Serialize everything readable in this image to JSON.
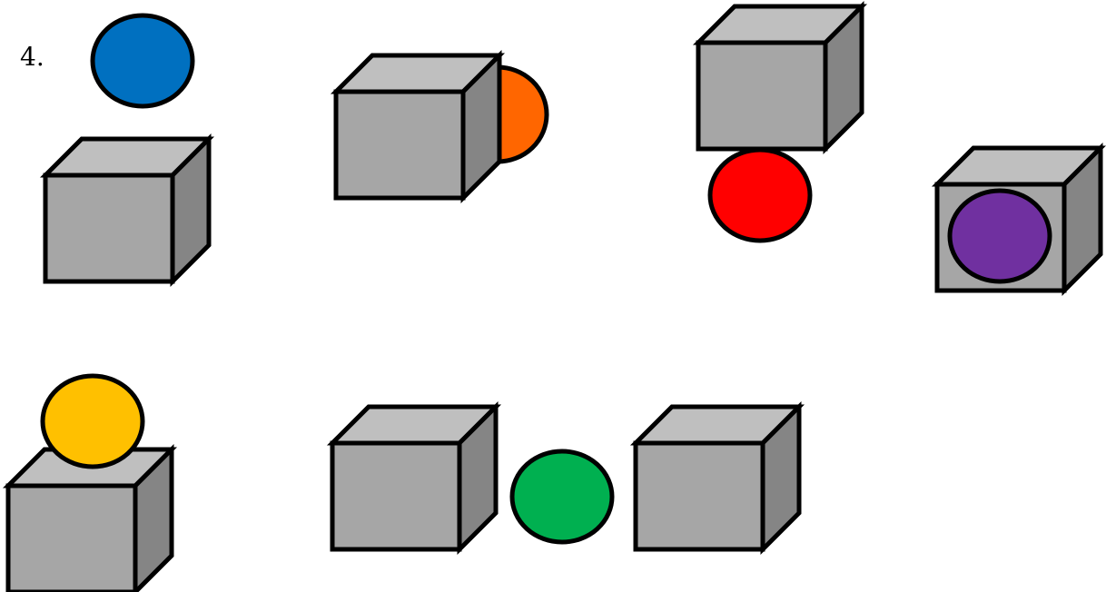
{
  "question_number": "4.",
  "colors": {
    "box_front": "#a6a6a6",
    "box_top": "#bfbfbf",
    "box_side": "#858585",
    "outline": "#000000",
    "blue": "#0070c0",
    "orange": "#ff6600",
    "red": "#ff0000",
    "purple": "#7030a0",
    "yellow": "#ffc000",
    "green": "#00b050"
  },
  "scenes": [
    {
      "id": "ball-above-box",
      "ball_color": "blue"
    },
    {
      "id": "ball-behind-box",
      "ball_color": "orange"
    },
    {
      "id": "ball-below-box",
      "ball_color": "red"
    },
    {
      "id": "ball-in-box",
      "ball_color": "purple"
    },
    {
      "id": "ball-on-box",
      "ball_color": "yellow"
    },
    {
      "id": "ball-between-boxes",
      "ball_color": "green"
    }
  ]
}
